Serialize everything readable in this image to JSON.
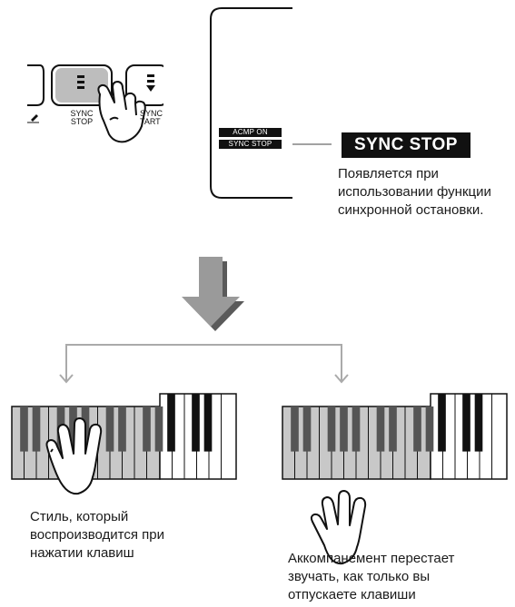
{
  "panel": {
    "sync_label_top": "SYNC",
    "sync_label_bottom": "STOP",
    "start_label_top": "SYNC",
    "start_label_bottom": "TART"
  },
  "display": {
    "indicator_acmp": "ACMP ON",
    "indicator_sync": "SYNC STOP"
  },
  "callout": {
    "title": "SYNC STOP",
    "desc_line1": "Появляется при",
    "desc_line2": "использовании функции",
    "desc_line3": "синхронной остановки."
  },
  "left_caption": {
    "line1": "Стиль, который",
    "line2": "воспроизводится при",
    "line3": "нажатии клавиш"
  },
  "right_caption": {
    "line1": "Аккомпанемент перестает",
    "line2": "звучать, как только вы",
    "line3": "отпускаете клавиши"
  },
  "colors": {
    "arrow": "#9a9a9a",
    "arrow_shadow": "#5a5a5a",
    "key_gray": "#c8c8c8",
    "button_gray": "#bdbdbd",
    "connector": "#aaaaaa"
  },
  "icons": [
    "hand-pointer-icon",
    "hand-open-icon",
    "hand-lifted-icon",
    "down-arrow-icon"
  ]
}
